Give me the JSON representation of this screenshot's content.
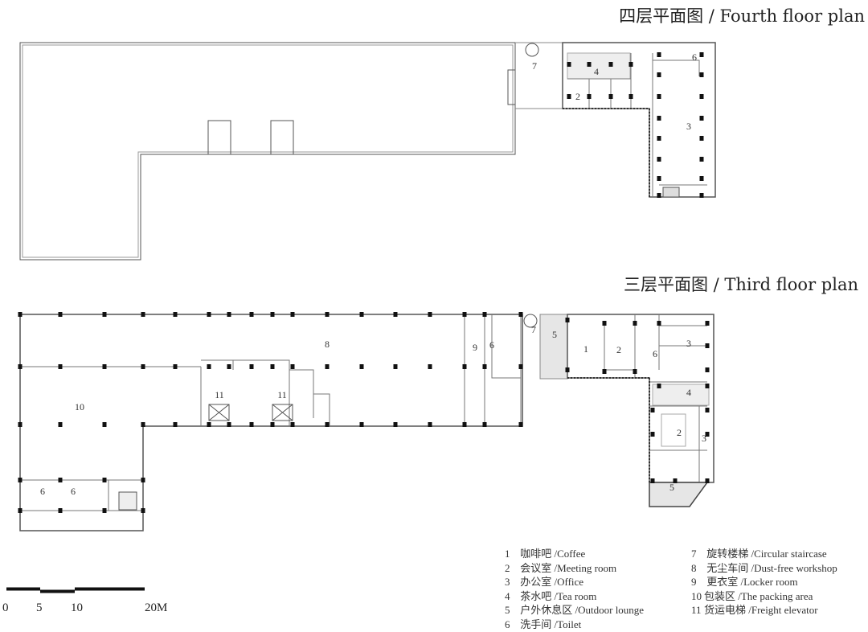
{
  "fourth_floor": {
    "title": "四层平面图 / Fourth floor plan",
    "room_labels": [
      "7",
      "4",
      "2",
      "6",
      "3"
    ]
  },
  "third_floor": {
    "title": "三层平面图 / Third floor plan",
    "room_labels": [
      "8",
      "10",
      "11",
      "11",
      "6",
      "6",
      "9",
      "6",
      "7",
      "5",
      "1",
      "2",
      "6",
      "3",
      "4",
      "2",
      "3",
      "5"
    ]
  },
  "scale_bar": {
    "labels": [
      "0",
      "5",
      "10",
      "20M"
    ]
  },
  "legend": [
    {
      "num": "1",
      "text": "咖啡吧 /Coffee"
    },
    {
      "num": "2",
      "text": "会议室 /Meeting room"
    },
    {
      "num": "3",
      "text": "办公室 /Office"
    },
    {
      "num": "4",
      "text": "茶水吧 /Tea room"
    },
    {
      "num": "5",
      "text": "户外休息区 /Outdoor lounge"
    },
    {
      "num": "6",
      "text": "洗手间 /Toilet"
    },
    {
      "num": "7",
      "text": "旋转楼梯 /Circular staircase"
    },
    {
      "num": "8",
      "text": "无尘车间 /Dust-free workshop"
    },
    {
      "num": "9",
      "text": "更衣室 /Locker room"
    },
    {
      "num": "10",
      "text": "包装区 /The packing area"
    },
    {
      "num": "11",
      "text": "货运电梯 /Freight elevator"
    }
  ]
}
